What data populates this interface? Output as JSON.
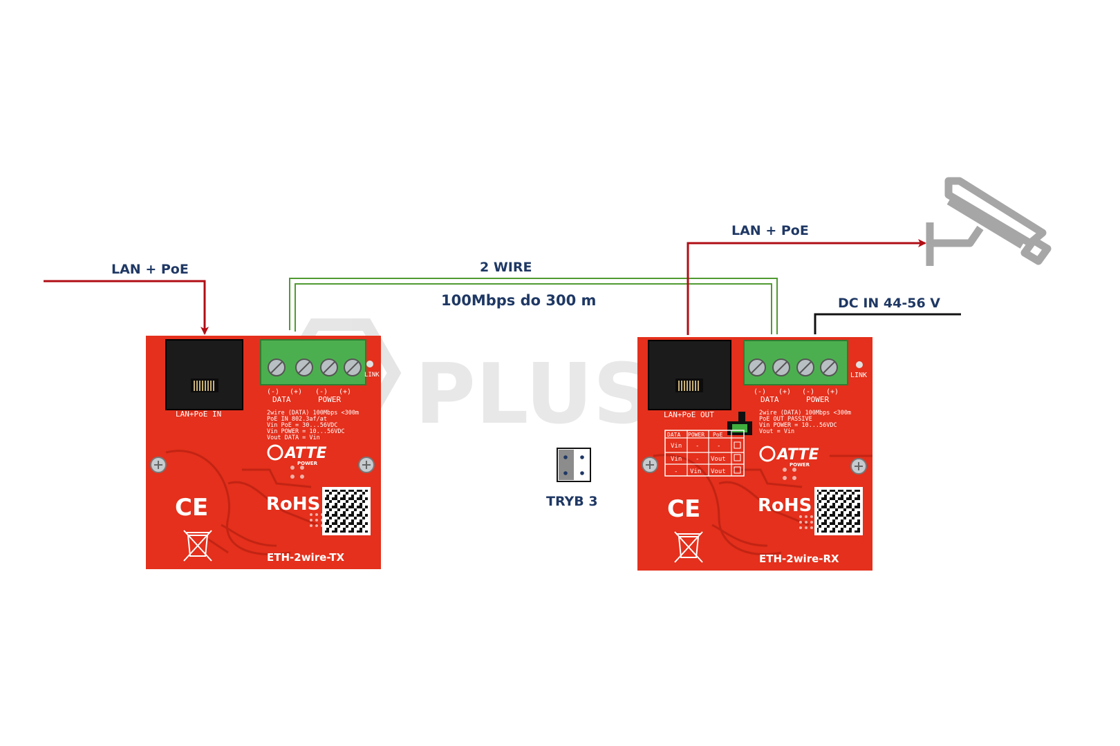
{
  "colors": {
    "arrow": "#b00d14",
    "wire": "#4f9a2f",
    "label": "#1f3864",
    "pcb": "#e4301c",
    "terminal": "#4caf4f",
    "dc_line": "#111111",
    "camera": "#a6a6a6"
  },
  "labels": {
    "lan_poe_left": "LAN + PoE",
    "lan_poe_right": "LAN + PoE",
    "two_wire": "2 WIRE",
    "speed": "100Mbps do 300 m",
    "dc_in": "DC IN 44-56 V",
    "mode": "TRYB 3"
  },
  "watermark": "PLUSCOM",
  "tx_board": {
    "port_label": "LAN+PoE IN",
    "data_label": "DATA",
    "power_label": "POWER",
    "polarity": [
      "(-)",
      "(+)",
      "(-)",
      "(+)"
    ],
    "link": "LINK",
    "spec_lines": [
      "2wire (DATA) 100Mbps <300m",
      "PoE IN 802.3af/at",
      "Vin PoE = 30...56VDC",
      "Vin POWER = 10...56VDC",
      "Vout DATA = Vin"
    ],
    "brand": "ATTE",
    "brand_sub": "POWER",
    "ce": "CE",
    "rohs": "RoHS",
    "model": "ETH-2wire-TX"
  },
  "rx_board": {
    "port_label": "LAN+PoE OUT",
    "data_label": "DATA",
    "power_label": "POWER",
    "polarity": [
      "(-)",
      "(+)",
      "(-)",
      "(+)"
    ],
    "link": "LINK",
    "spec_lines": [
      "2wire (DATA) 100Mbps <300m",
      "PoE OUT PASSIVE",
      "Vin POWER = 10...56VDC",
      "Vout = Vin"
    ],
    "table_header": [
      "DATA",
      "POWER",
      "PoE"
    ],
    "table_rows": [
      [
        "Vin",
        "-",
        "-"
      ],
      [
        "Vin",
        "-",
        "Vout"
      ],
      [
        "-",
        "Vin",
        "Vout"
      ]
    ],
    "brand": "ATTE",
    "brand_sub": "POWER",
    "ce": "CE",
    "rohs": "RoHS",
    "model": "ETH-2wire-RX"
  },
  "icons": {
    "camera": "cctv-camera-icon",
    "jumper": "jumper-icon",
    "weee": "weee-bin-icon",
    "qr": "qr-code-icon",
    "screw": "screw-icon"
  }
}
